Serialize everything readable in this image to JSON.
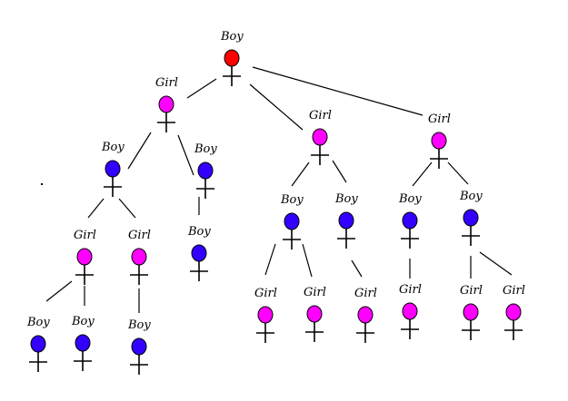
{
  "title": "Family tree of boys and girls",
  "colors": {
    "root": "#ff0000",
    "boy": "#3300ff",
    "girl": "#ff00ff",
    "line": "#000000"
  },
  "nodes": [
    {
      "id": "n0",
      "label": "Boy",
      "kind": "root",
      "parent": null
    },
    {
      "id": "n1",
      "label": "Girl",
      "kind": "girl",
      "parent": "n0"
    },
    {
      "id": "n2",
      "label": "Girl",
      "kind": "girl",
      "parent": "n0"
    },
    {
      "id": "n3",
      "label": "Girl",
      "kind": "girl",
      "parent": "n0"
    },
    {
      "id": "n4",
      "label": "Boy",
      "kind": "boy",
      "parent": "n1"
    },
    {
      "id": "n5",
      "label": "Boy",
      "kind": "boy",
      "parent": "n1"
    },
    {
      "id": "n6",
      "label": "Girl",
      "kind": "girl",
      "parent": "n4"
    },
    {
      "id": "n7",
      "label": "Girl",
      "kind": "girl",
      "parent": "n4"
    },
    {
      "id": "n8",
      "label": "Boy",
      "kind": "boy",
      "parent": "n5"
    },
    {
      "id": "n9",
      "label": "Boy",
      "kind": "boy",
      "parent": "n6"
    },
    {
      "id": "n10",
      "label": "Boy",
      "kind": "boy",
      "parent": "n6"
    },
    {
      "id": "n11",
      "label": "Boy",
      "kind": "boy",
      "parent": "n7"
    },
    {
      "id": "n12",
      "label": "Boy",
      "kind": "boy",
      "parent": "n2"
    },
    {
      "id": "n13",
      "label": "Boy",
      "kind": "boy",
      "parent": "n2"
    },
    {
      "id": "n14",
      "label": "Girl",
      "kind": "girl",
      "parent": "n12"
    },
    {
      "id": "n15",
      "label": "Girl",
      "kind": "girl",
      "parent": "n12"
    },
    {
      "id": "n16",
      "label": "Girl",
      "kind": "girl",
      "parent": "n13"
    },
    {
      "id": "n17",
      "label": "Boy",
      "kind": "boy",
      "parent": "n3"
    },
    {
      "id": "n18",
      "label": "Boy",
      "kind": "boy",
      "parent": "n3"
    },
    {
      "id": "n19",
      "label": "Girl",
      "kind": "girl",
      "parent": "n17"
    },
    {
      "id": "n20",
      "label": "Girl",
      "kind": "girl",
      "parent": "n18"
    },
    {
      "id": "n21",
      "label": "Girl",
      "kind": "girl",
      "parent": "n18"
    }
  ]
}
